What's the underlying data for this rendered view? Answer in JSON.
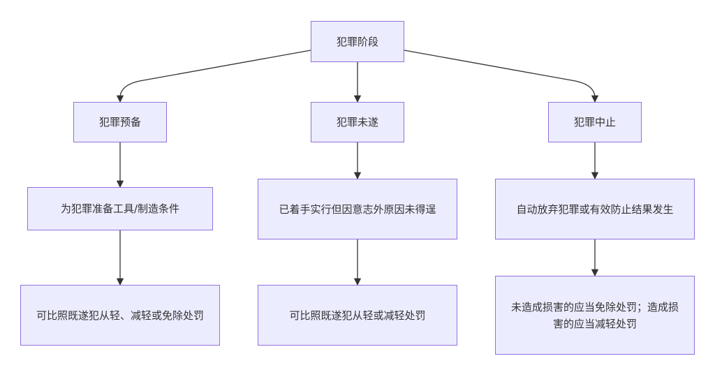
{
  "nodes": {
    "root": "犯罪阶段",
    "prep": "犯罪预备",
    "attempt": "犯罪未遂",
    "abandon": "犯罪中止",
    "prep_desc": "为犯罪准备工具/制造条件",
    "attempt_desc": "已着手实行但因意志外原因未得逞",
    "abandon_desc": "自动放弃犯罪或有效防止结果发生",
    "prep_penalty": "可比照既遂犯从轻、减轻或免除处罚",
    "attempt_penalty": "可比照既遂犯从轻或减轻处罚",
    "abandon_penalty": "未造成损害的应当免除处罚；造成损害的应当减轻处罚"
  }
}
